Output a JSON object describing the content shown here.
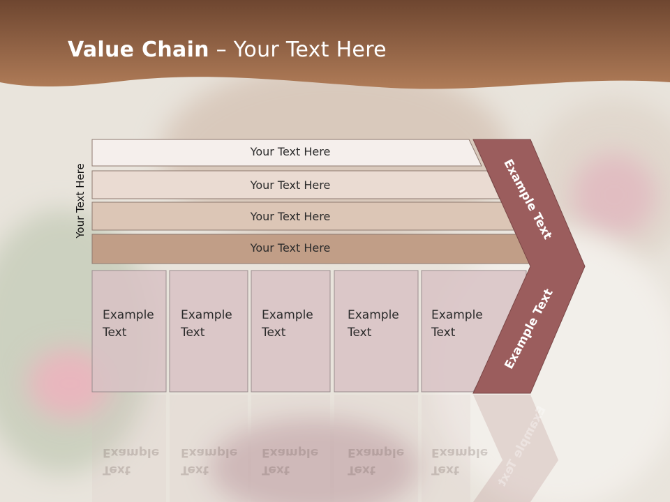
{
  "slide": {
    "title_bold": "Value Chain",
    "title_rest": " – Your Text Here",
    "side_label": "Your Text Here"
  },
  "rows": [
    {
      "label": "Your Text Here",
      "color": "#f5efec"
    },
    {
      "label": "Your Text Here",
      "color": "#eadbd2"
    },
    {
      "label": "Your Text Here",
      "color": "#dcc6b6"
    },
    {
      "label": "Your Text Here",
      "color": "#c19e87"
    }
  ],
  "boxes": [
    {
      "line1": "Example",
      "line2": "Text"
    },
    {
      "line1": "Example",
      "line2": "Text"
    },
    {
      "line1": "Example",
      "line2": "Text"
    },
    {
      "line1": "Example",
      "line2": "Text"
    },
    {
      "line1": "Example",
      "line2": "Text"
    }
  ],
  "chevron": {
    "upper_text": "Example Text",
    "lower_text": "Example Text",
    "color": "#9b5d5d"
  },
  "colors": {
    "header": "#8a5a3c",
    "box_fill": "#d8c2c4",
    "box_stroke": "#9a8c8e"
  }
}
